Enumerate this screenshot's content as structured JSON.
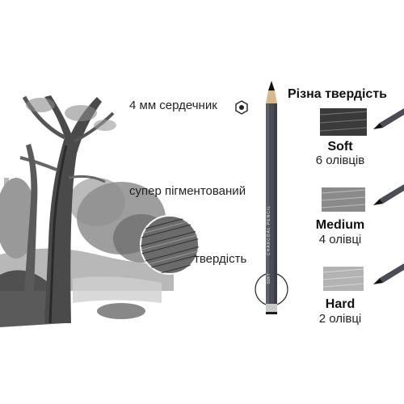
{
  "callouts": {
    "core": "4 мм сердечник",
    "pigment": "супер пігментований",
    "hardness": "твердість"
  },
  "pencil_imprint": "CHARCOAL PENCIL",
  "pencil_grade_mark": "SOFT",
  "panel": {
    "heading": "Різна твердість",
    "grades": [
      {
        "name": "Soft",
        "count": "6 олівців"
      },
      {
        "name": "Medium",
        "count": "4 олівці"
      },
      {
        "name": "Hard",
        "count": "2 олівці"
      }
    ]
  },
  "colors": {
    "pencil_body": "#4a4d55",
    "accent_dark": "#222222"
  }
}
